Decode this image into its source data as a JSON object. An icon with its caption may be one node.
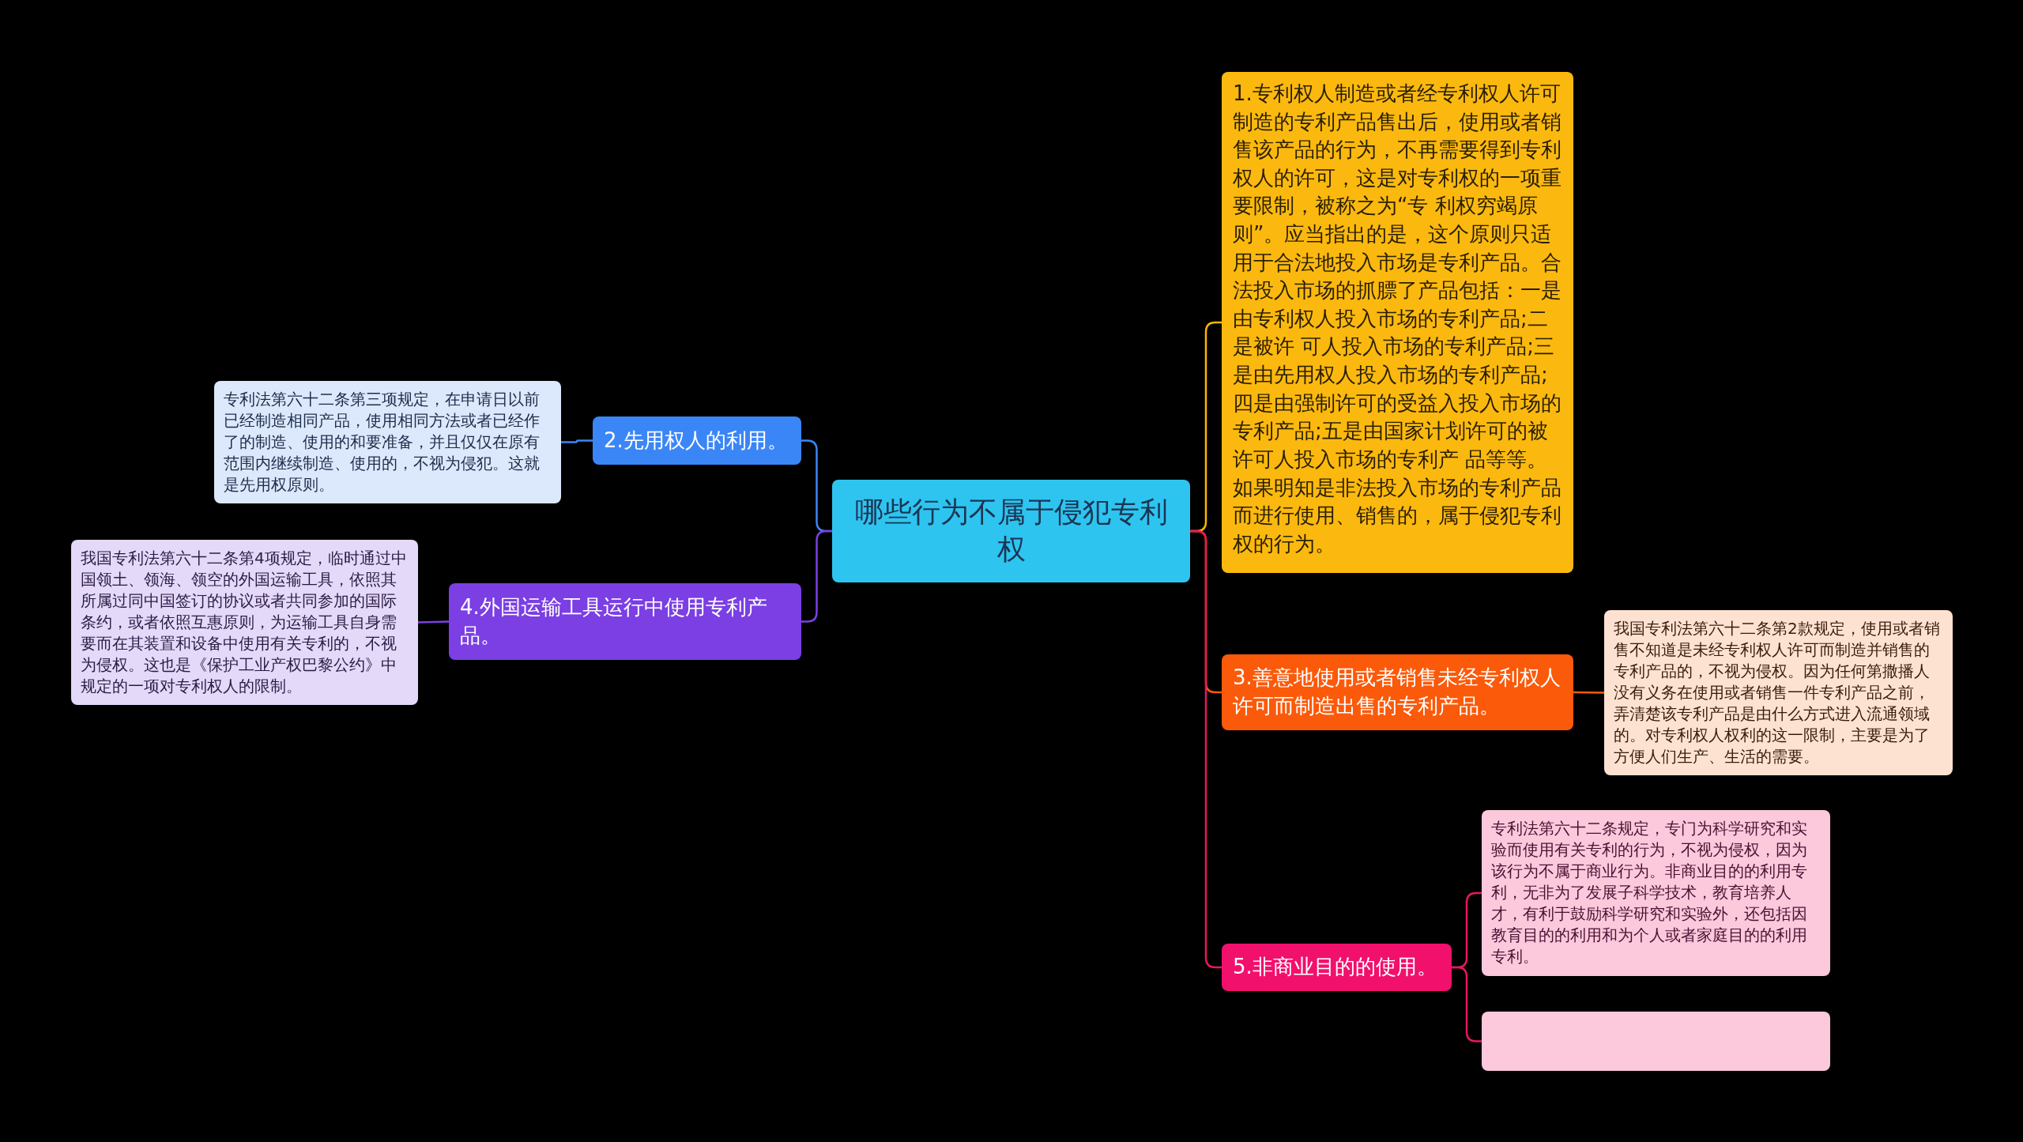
{
  "diagram": {
    "nodes": [
      {
        "text": [
          "哪些行为不属于侵犯专利权"
        ]
      },
      {
        "text": [
          "1.专利权人制造或者经专利权人许可制造的专利产品售出后，使用或者销售该产品的行为，不再需要得到专利权人的许可，这是对专利权的一项重要限制，被称之为“专 利权穷竭原则”。应当指出的是，这个原则只适用于合法地投入市场是专利产品。合法投入市场的抓膘了产品包括：一是由专利权人投入市场的专利产品;二是被许 可人投入市场的专利产品;三是由先用权人投入市场的专利产品;四是由强制许可的受益入投入市场的专利产品;五是由国家计划许可的被许可人投入市场的专利产 品等等。如果明知是非法投入市场的专利产品而进行使用、销售的，属于侵犯专利权的行为。"
        ]
      },
      {
        "text": [
          "2.先用权人的利用。"
        ]
      },
      {
        "text": [
          "专利法第六十二条第三项规定，在申请日以前已经制造相同产品，使用相同方法或者已经作了的制造、使用的和要准备，并且仅仅在原有范围内继续制造、使用的，不视为侵犯。这就是先用权原则。"
        ]
      },
      {
        "text": [
          "4.外国运输工具运行中使用专利产品。"
        ]
      },
      {
        "text": [
          "我国专利法第六十二条第4项规定，临时通过中国领土、领海、领空的外国运输工具，依照其所属过同中国签订的协议或者共同参加的国际条约，或者依照互惠原则，为运输工具自身需要而在其装置和设备中使用有关专利的，不视为侵权。这也是《保护工业产权巴黎公约》中规定的一项对专利权人的限制。"
        ]
      },
      {
        "text": [
          "3.善意地使用或者销售未经专利权人许可而制造出售的专利产品。"
        ]
      },
      {
        "text": [
          "我国专利法第六十二条第2款规定，使用或者销售不知道是未经专利权人许可而制造并销售的专利产品的，不视为侵权。因为任何第撒播人没有义务在使用或者销售一件专利产品之前，弄清楚该专利产品是由什么方式进入流通领域的。对专利权人权利的这一限制，主要是为了方便人们生产、生活的需要。"
        ]
      },
      {
        "text": [
          "5.非商业目的的使用。"
        ]
      },
      {
        "text": [
          "专利法第六十二条规定，专门为科学研究和实验而使用有关专利的行为，不视为侵权，因为该行为不属于商业行为。非商业目的的利用专利，无非为了发展子科学技术，教育培养人才，有利于鼓励科学研究和实验外，还包括因教育目的的利用和为个人或者家庭目的的利用专利。"
        ]
      },
      {
        "text": [],
        "shape": "box"
      }
    ],
    "edges": [
      {
        "from": 0,
        "to": 1,
        "arrow": "none",
        "color": "#f5b800"
      },
      {
        "from": 0,
        "to": 2,
        "arrow": "none",
        "color": "#3b86f7"
      },
      {
        "from": 2,
        "to": 3,
        "arrow": "none",
        "color": "#3b86f7"
      },
      {
        "from": 0,
        "to": 4,
        "arrow": "none",
        "color": "#7b3fe4"
      },
      {
        "from": 4,
        "to": 5,
        "arrow": "none",
        "color": "#7b3fe4"
      },
      {
        "from": 0,
        "to": 6,
        "arrow": "none",
        "color": "#fb5a0a"
      },
      {
        "from": 6,
        "to": 7,
        "arrow": "none",
        "color": "#fb5a0a"
      },
      {
        "from": 0,
        "to": 8,
        "arrow": "none",
        "color": "#e8175d"
      },
      {
        "from": 8,
        "to": 9,
        "arrow": "none",
        "color": "#e8175d"
      },
      {
        "from": 8,
        "to": 10,
        "arrow": "none",
        "color": "#e8175d"
      }
    ]
  }
}
